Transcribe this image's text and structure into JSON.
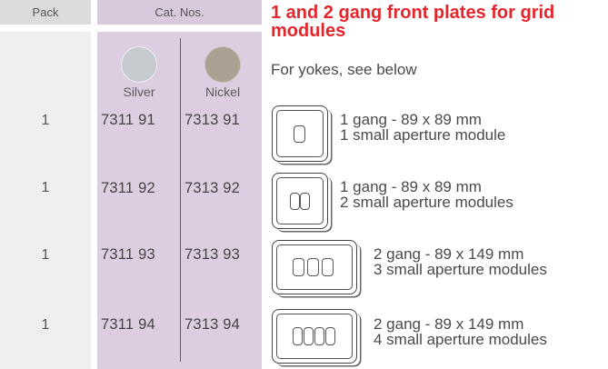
{
  "header": {
    "pack": "Pack",
    "cat_nos": "Cat. Nos."
  },
  "title": "1 and 2 gang front plates for grid modules",
  "subtitle": "For yokes, see below",
  "finishes": [
    {
      "name": "Silver",
      "color": "#c6cbcf"
    },
    {
      "name": "Nickel",
      "color": "#aba192"
    }
  ],
  "rows": [
    {
      "pack": "1",
      "silver": "7311 91",
      "nickel": "7313 91",
      "line1": "1 gang - 89 x 89 mm",
      "line2": "1 small aperture module"
    },
    {
      "pack": "1",
      "silver": "7311 92",
      "nickel": "7313 92",
      "line1": "1 gang - 89 x 89 mm",
      "line2": "2 small aperture modules"
    },
    {
      "pack": "1",
      "silver": "7311 93",
      "nickel": "7313 93",
      "line1": "2 gang - 89 x 149 mm",
      "line2": "3 small aperture modules"
    },
    {
      "pack": "1",
      "silver": "7311 94",
      "nickel": "7313 94",
      "line1": "2 gang - 89 x 149 mm",
      "line2": "4 small aperture modules"
    }
  ]
}
